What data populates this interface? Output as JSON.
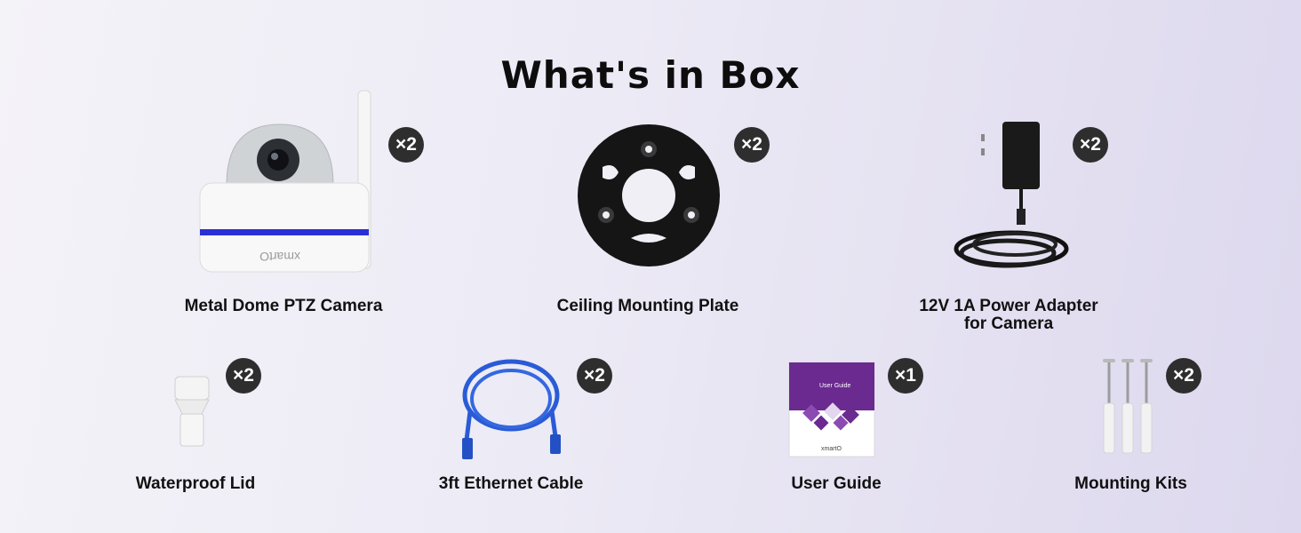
{
  "title": "What's in Box",
  "items": [
    {
      "label": "Metal Dome PTZ Camera",
      "qty": "×2"
    },
    {
      "label": "Ceiling Mounting Plate",
      "qty": "×2"
    },
    {
      "label_line1": "12V 1A Power Adapter",
      "label_line2": "for Camera",
      "qty": "×2"
    },
    {
      "label": "Waterproof Lid",
      "qty": "×2"
    },
    {
      "label": "3ft Ethernet Cable",
      "qty": "×2"
    },
    {
      "label": "User Guide",
      "qty": "×1",
      "brand": "xmartO",
      "guide_title": "User Guide"
    },
    {
      "label": "Mounting Kits",
      "qty": "×2"
    }
  ],
  "colors": {
    "badge": "#2e2e2e",
    "accent_purple": "#6a2a8f",
    "camera_band": "#2b2fd6",
    "cable_blue": "#2a5bd6"
  }
}
